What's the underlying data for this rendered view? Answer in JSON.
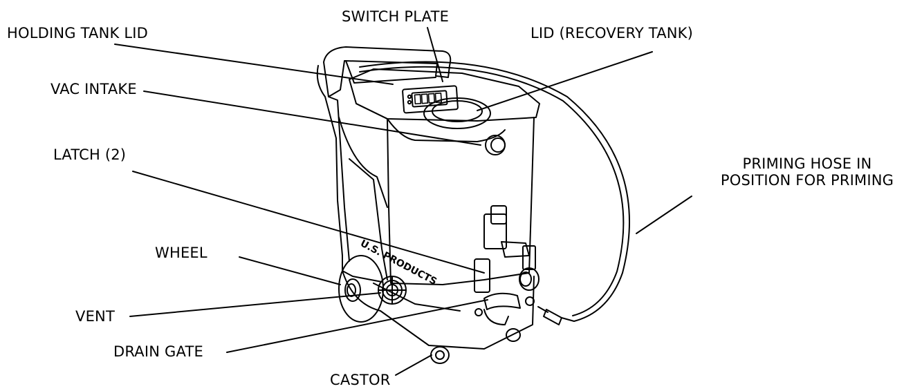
{
  "diagram": {
    "labels": {
      "switch_plate": "SWITCH PLATE",
      "holding_tank_lid": "HOLDING TANK LID",
      "lid_recovery_tank": "LID (RECOVERY TANK)",
      "vac_intake": "VAC INTAKE",
      "latch": "LATCH (2)",
      "priming_hose_line1": "PRIMING HOSE IN",
      "priming_hose_line2": "POSITION FOR PRIMING",
      "wheel": "WHEEL",
      "vent": "VENT",
      "drain_gate": "DRAIN GATE",
      "castor": "CASTOR"
    },
    "machine_brand": "U.S. PRODUCTS",
    "colors": {
      "line": "#000000",
      "background": "#ffffff"
    }
  }
}
